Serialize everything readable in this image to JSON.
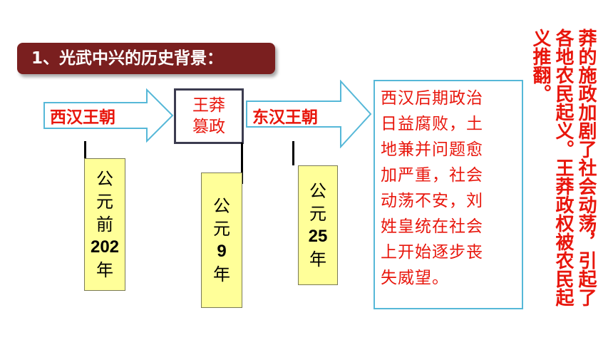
{
  "title": "1、光武中兴的历史背景：",
  "timeline": {
    "western_han": "西汉王朝",
    "event_line1": "王莽",
    "event_line2": "篡政",
    "eastern_han": "东汉王朝"
  },
  "years": {
    "y202": [
      "公",
      "元",
      "前",
      "202",
      "年"
    ],
    "y9": [
      "公",
      "元",
      "9",
      "年"
    ],
    "y25": [
      "公",
      "元",
      "25",
      "年"
    ]
  },
  "description_lines": [
    "西汉后期政治",
    "日益腐败，土",
    "地兼并问题愈",
    "加严重，社会",
    "动荡不安，刘",
    "姓皇统在社会",
    "上开始逐步丧",
    "失威望。"
  ],
  "vertical_text": {
    "col1": "莽的施政加剧了社会动荡，引起了",
    "col2": "各地农民起义。王莽政权被农民起",
    "col3": "义推翻。"
  },
  "colors": {
    "title_bg": "#7a1f1f",
    "accent_red": "#e8160c",
    "arrow_border": "#56b8d8",
    "year_box_bg": "#ffff99"
  }
}
